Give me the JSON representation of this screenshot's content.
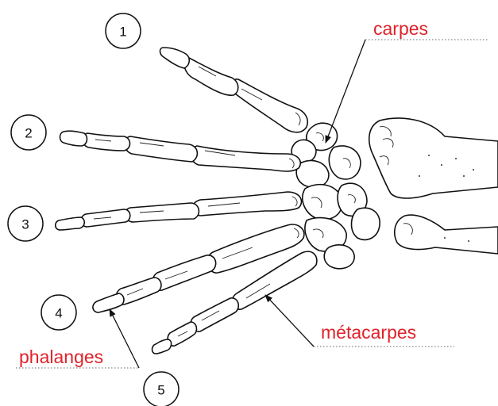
{
  "labels": {
    "carpes": "carpes",
    "metacarpes": "métacarpes",
    "phalanges": "phalanges"
  },
  "finger_numbers": [
    "1",
    "2",
    "3",
    "4",
    "5"
  ],
  "colors": {
    "label_text": "#e0222a",
    "outline": "#111111",
    "background": "#ffffff"
  }
}
